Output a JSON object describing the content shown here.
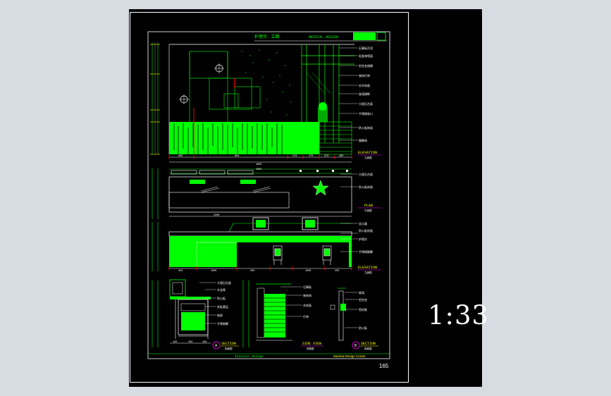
{
  "sheet": {
    "title_cn": "护理台 · 立面",
    "title_en": "MEDICAL DESIGN",
    "scale": "1:33",
    "page_number": "165",
    "footer_left": "Interior Design",
    "footer_right": "Medical Design Center",
    "colors": {
      "background": "#000000",
      "frame": "#ffffff",
      "accent": "#00ff00",
      "annotation": "#ffff00",
      "section_mark": "#ff00ff",
      "dimension": "#ff0000"
    }
  },
  "views": {
    "elevation_top": {
      "label": "ELEVATION",
      "sub": "立面图",
      "dims": [
        "900",
        "600",
        "370",
        "370",
        "370",
        "300"
      ],
      "total": "4600",
      "callouts": [
        "石膏板吊顶",
        "乳胶漆墙面",
        "铝合金格栅",
        "装饰灯带",
        "实木饰面",
        "玻璃隔断",
        "大理石台面",
        "不锈钢收口",
        "防火板饰面",
        "踢脚线"
      ]
    },
    "plan": {
      "label": "PLAN",
      "sub": "平面图",
      "total": "4600",
      "segment": "2300",
      "callouts": [
        "大理石台面",
        "防火板饰面"
      ]
    },
    "elevation_front": {
      "label": "ELEVATION",
      "sub": "立面图",
      "dims": [
        "450",
        "1000",
        "200",
        "1000",
        "450"
      ],
      "callouts": [
        "显示器",
        "防火板饰面",
        "护理台",
        "不锈钢踢脚"
      ]
    },
    "section_a": {
      "label": "SECTION",
      "sub": "剖面图",
      "marker": "A",
      "dims": [
        "100",
        "450",
        "100"
      ],
      "callouts": [
        "大理石台面",
        "木龙骨",
        "防火板",
        "夹板基层",
        "抽屉",
        "不锈钢脚"
      ]
    },
    "side_view": {
      "label": "SIDE VIEW",
      "sub": "侧视图",
      "callouts": [
        "石膏板",
        "装饰线",
        "木饰面",
        "灯带"
      ]
    },
    "section_b": {
      "label": "SECTION",
      "sub": "剖面图",
      "marker": "B",
      "callouts": [
        "玻璃",
        "铝合金",
        "密封胶",
        "防火板"
      ]
    }
  }
}
